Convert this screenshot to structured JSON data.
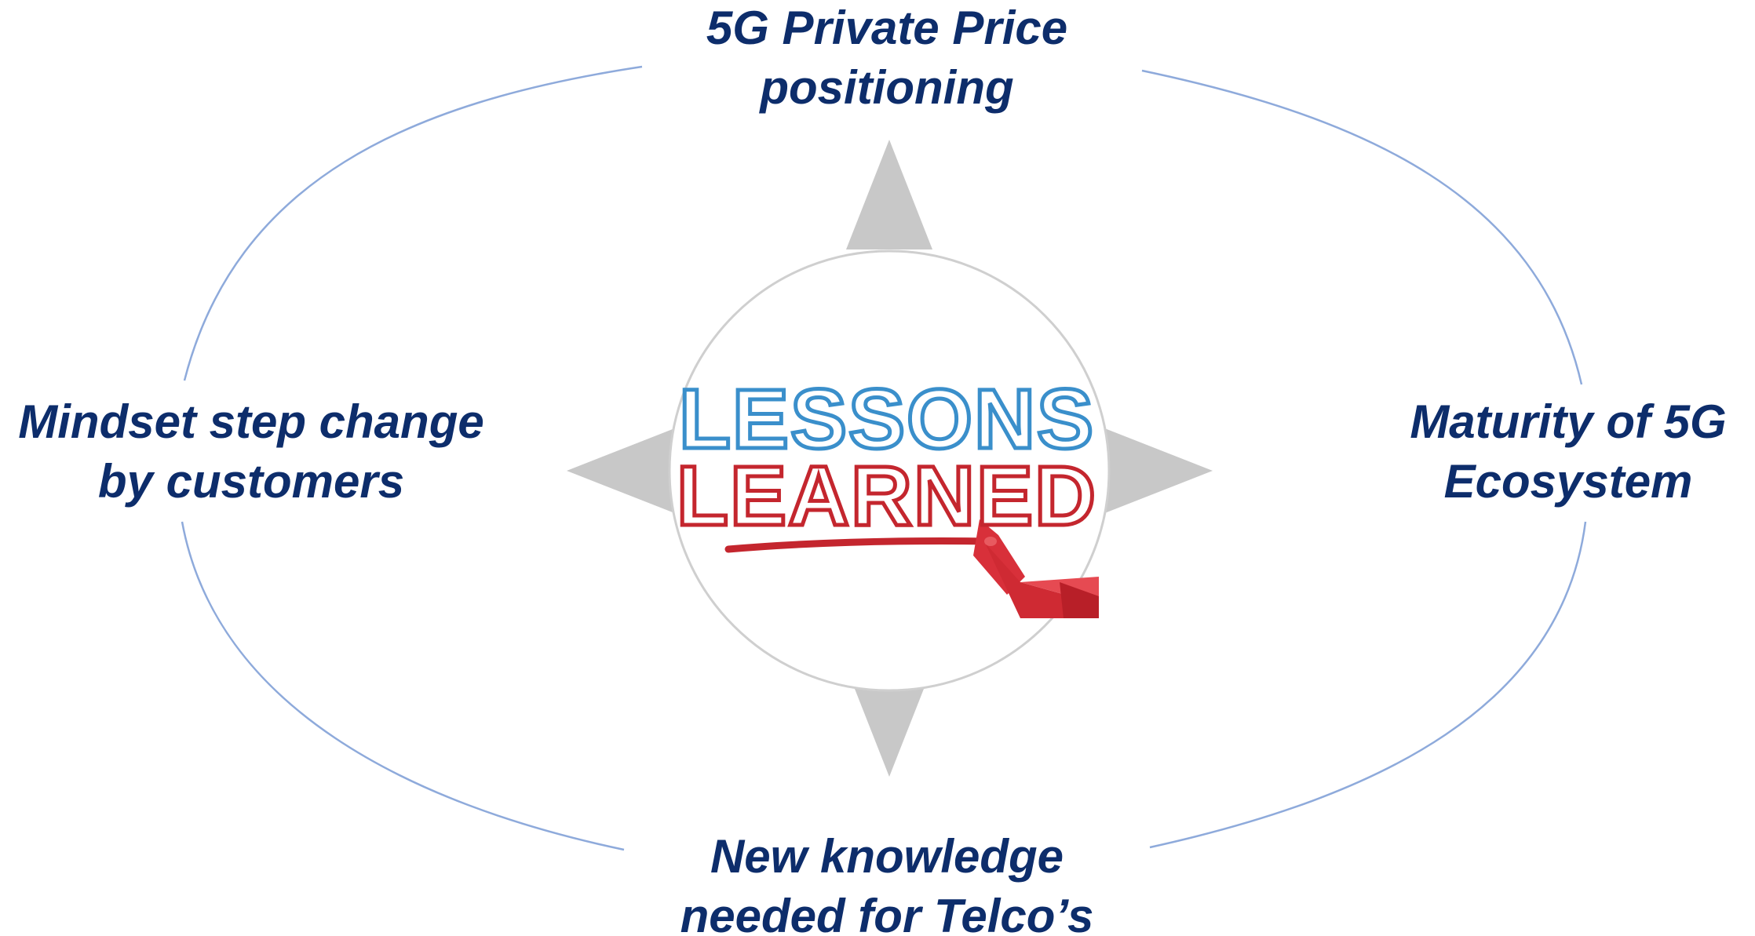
{
  "diagram": {
    "top_label": [
      "5G Private Price",
      "positioning"
    ],
    "left_label": [
      "Mindset step change",
      "by customers"
    ],
    "right_label": [
      "Maturity of 5G",
      "Ecosystem"
    ],
    "bottom_label": [
      "New knowledge",
      "needed for Telco’s"
    ],
    "center_image": {
      "line1": "LESSONS",
      "line2": "LEARNED"
    }
  },
  "colors": {
    "label_text": "#0d2d6b",
    "ellipse_stroke": "#8eaadb",
    "arrow_fill": "#c8c8c8",
    "circle_stroke": "#cfcfcf",
    "lessons_blue": "#3a8fcb",
    "learned_red": "#c4262e"
  }
}
